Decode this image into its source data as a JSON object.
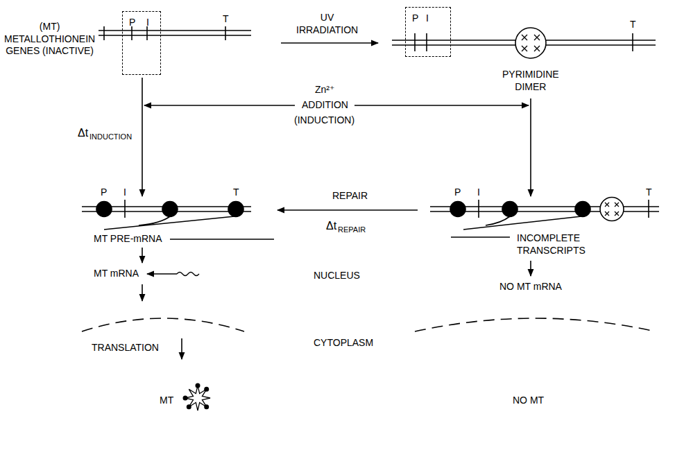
{
  "diagram": {
    "nodes": [
      {
        "text": [
          "P",
          "I"
        ]
      },
      {
        "text": [
          "P",
          "I"
        ]
      }
    ],
    "labels": [
      "(MT) METALLOTHIONEIN GENES (INACTIVE)",
      "T",
      "UV IRRADIATION",
      "T",
      "PYRIMIDINE DIMER",
      "Δt",
      "INDUCTION",
      "Zn²⁺",
      "ADDITION",
      "(INDUCTION)",
      "P",
      "I",
      "T",
      "MT PRE-mRNA",
      "MT mRNA",
      "REPAIR",
      "Δt",
      "REPAIR",
      "P",
      "I",
      "T",
      "INCOMPLETE TRANSCRIPTS",
      "NO MT mRNA",
      "NUCLEUS",
      "TRANSLATION",
      "CYTOPLASM",
      "MT",
      "NO MT"
    ]
  }
}
